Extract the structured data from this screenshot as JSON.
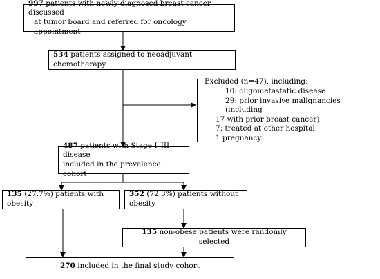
{
  "diagram": {
    "box_total": {
      "number": "997",
      "line1": " patients with newly diagnosed breast cancer discussed",
      "line2": "at tumor board and referred for oncology appointment"
    },
    "box_neoadjuvant": {
      "number": "534",
      "text": " patients assigned to neoadjuvant chemotherapy"
    },
    "box_excluded": {
      "title": "Excluded (n=47), including:",
      "items": [
        "10: oligometastatic disease",
        "29: prior invasive malignancies (including",
        "17 with prior breast cancer)",
        "7: treated at other hospital",
        "1 pregnancy"
      ]
    },
    "box_prevalence": {
      "number": "487",
      "line1": " patients with Stage I–III disease",
      "line2": "included in the prevalence cohort"
    },
    "box_obese": {
      "number": "135",
      "text": " (27.7%) patients with obesity"
    },
    "box_nonobese": {
      "number": "352",
      "text": " (72.3%) patients without obesity"
    },
    "box_random": {
      "number": "135",
      "text": " non-obese patients were randomly selected"
    },
    "box_final": {
      "number": "270",
      "text": " included in the final study cohort"
    }
  }
}
